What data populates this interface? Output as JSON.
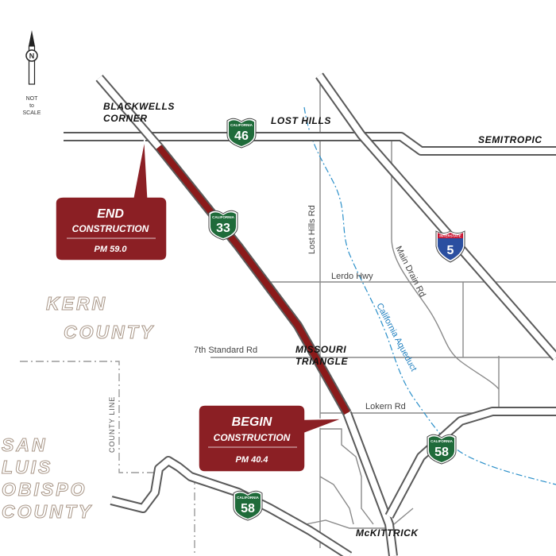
{
  "map": {
    "north_arrow": {
      "letter": "N",
      "note_line1": "NOT",
      "note_line2": "to",
      "note_line3": "SCALE"
    },
    "places": {
      "blackwells_line1": "BLACKWELLS",
      "blackwells_line2": "CORNER",
      "lost_hills": "LOST HILLS",
      "semitropic": "SEMITROPIC",
      "missouri_line1": "MISSOURI",
      "missouri_line2": "TRIANGLE",
      "mckittrick": "McKITTRICK"
    },
    "roads": {
      "lost_hills_rd": "Lost Hills Rd",
      "main_drain_rd": "Main Drain Rd",
      "lerdo_hwy": "Lerdo Hwy",
      "seventh_standard_rd": "7th Standard Rd",
      "lokern_rd": "Lokern Rd",
      "california_aqueduct": "California Aqueduct",
      "county_line": "COUNTY LINE"
    },
    "counties": {
      "kern_line1": "KERN",
      "kern_line2": "COUNTY",
      "slo_line1": "SAN",
      "slo_line2": "LUIS",
      "slo_line3": "OBISPO",
      "slo_line4": "COUNTY"
    },
    "shields": {
      "sr46": {
        "number": "46",
        "header": "CALIFORNIA"
      },
      "sr33": {
        "number": "33",
        "header": "CALIFORNIA"
      },
      "sr58_east": {
        "number": "58",
        "header": "CALIFORNIA"
      },
      "sr58_west": {
        "number": "58",
        "header": "CALIFORNIA"
      },
      "i5": {
        "number": "5",
        "header": "INTERSTATE"
      }
    },
    "callouts": {
      "end": {
        "title": "END",
        "subtitle": "CONSTRUCTION",
        "postmile": "PM 59.0"
      },
      "begin": {
        "title": "BEGIN",
        "subtitle": "CONSTRUCTION",
        "postmile": "PM 40.4"
      }
    },
    "colors": {
      "construction": "#8b1a1a",
      "callout_fill": "#8b1f24",
      "state_shield": "#1f6b3a",
      "interstate_shield_blue": "#2b4fa0",
      "interstate_shield_red": "#c8102e",
      "aqueduct": "#2a8fc9",
      "county_outline": "#a89687"
    }
  }
}
